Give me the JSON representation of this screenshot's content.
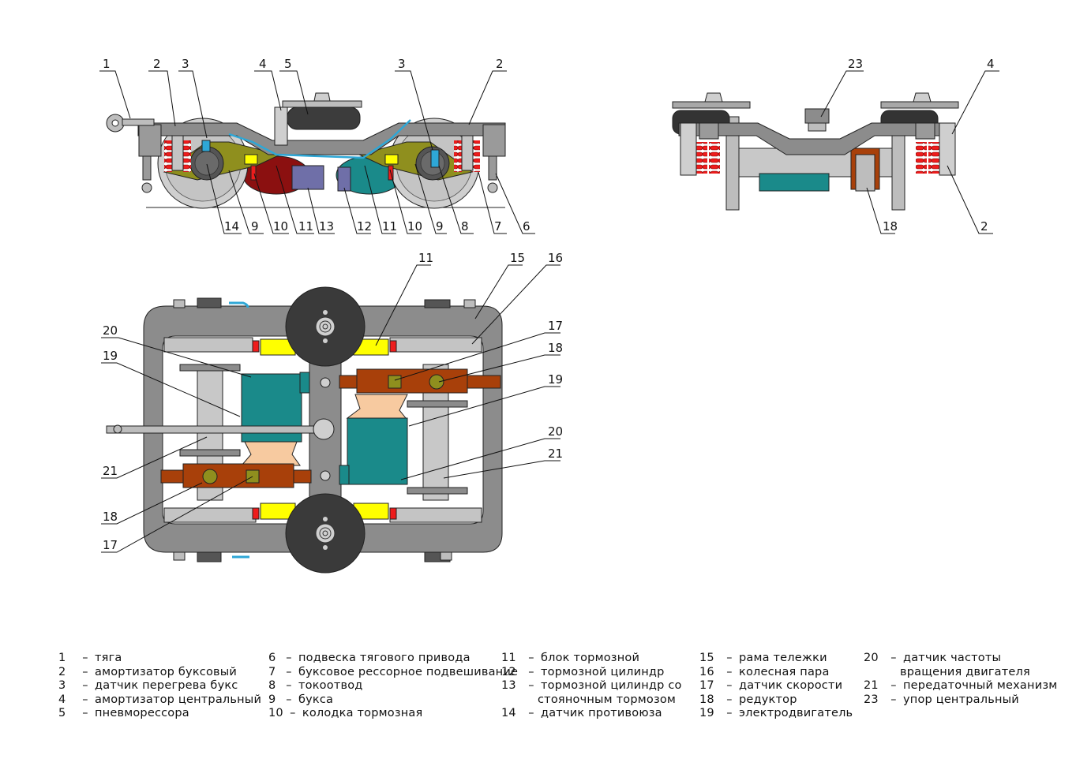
{
  "colors": {
    "frame": "#8c8c8c",
    "frame_dark": "#6e6e6e",
    "wheel": "#c8c8c8",
    "spring": "#ee1c1c",
    "axlebox": "#8f8f1e",
    "brake_disk": "#3a3a3a",
    "pipe": "#2ea7d6",
    "brake_cyl": "#6f6fa8",
    "motor": "#1a8a8a",
    "gearbox": "#a8400a",
    "coupling": "#f7caa0",
    "brake_block": "#ffff00",
    "drive_red": "#8b1010",
    "air_spring": "#3c3c3c"
  },
  "views": {
    "side": {
      "callouts_top": [
        "1",
        "2",
        "3",
        "4",
        "5",
        "3",
        "2"
      ],
      "callouts_bottom": [
        "14",
        "9",
        "10",
        "11",
        "13",
        "12",
        "11",
        "10",
        "9",
        "8",
        "7",
        "6"
      ]
    },
    "end": {
      "callouts": [
        "23",
        "4",
        "18",
        "2"
      ]
    },
    "plan": {
      "callouts_left": [
        "20",
        "19",
        "21",
        "18",
        "17"
      ],
      "callouts_right": [
        "11",
        "15",
        "16",
        "17",
        "18",
        "19",
        "20",
        "21"
      ]
    }
  },
  "legend": {
    "columns": [
      [
        {
          "num": "1",
          "text": "тяга"
        },
        {
          "num": "2",
          "text": "амортизатор буксовый"
        },
        {
          "num": "3",
          "text": "датчик перегрева букс"
        },
        {
          "num": "4",
          "text": "амортизатор центральный"
        },
        {
          "num": "5",
          "text": "пневморессора"
        }
      ],
      [
        {
          "num": "6",
          "text": "подвеска тягового привода"
        },
        {
          "num": "7",
          "text": "буксовое рессорное подвешивание"
        },
        {
          "num": "8",
          "text": "токоотвод"
        },
        {
          "num": "9",
          "text": "букса"
        },
        {
          "num": "10",
          "text": "колодка тормозная"
        }
      ],
      [
        {
          "num": "11",
          "text": "блок тормозной"
        },
        {
          "num": "12",
          "text": "тормозной цилиндр"
        },
        {
          "num": "13",
          "text": "тормозной цилиндр со",
          "cont": "стояночным тормозом"
        },
        {
          "num": "14",
          "text": "датчик противоюза"
        }
      ],
      [
        {
          "num": "15",
          "text": "рама тележки"
        },
        {
          "num": "16",
          "text": "колесная пара"
        },
        {
          "num": "17",
          "text": "датчик скорости"
        },
        {
          "num": "18",
          "text": "редуктор"
        },
        {
          "num": "19",
          "text": "электродвигатель"
        }
      ],
      [
        {
          "num": "20",
          "text": "датчик частоты",
          "cont": "вращения двигателя"
        },
        {
          "num": "21",
          "text": "передаточный механизм"
        },
        {
          "num": "23",
          "text": "упор центральный"
        }
      ]
    ],
    "dash": "–"
  }
}
